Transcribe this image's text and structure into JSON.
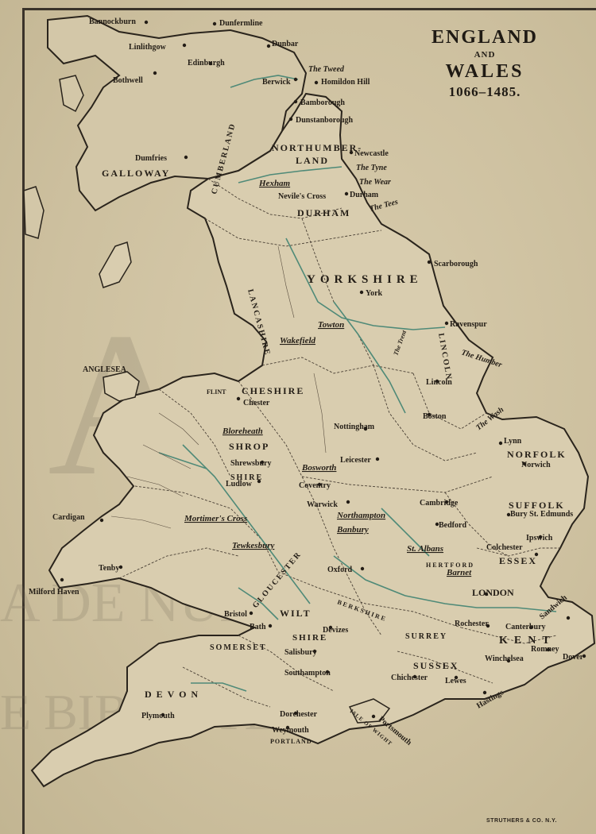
{
  "map": {
    "title_line1": "ENGLAND",
    "title_line2": "AND",
    "title_line3": "WALES",
    "title_line4": "1066–1485.",
    "printer": "STRUTHERS & CO. N.Y.",
    "watermark_lines": [
      "A",
      "A DE NUEVO LEÓN",
      "E BIBLIOTECAS"
    ]
  },
  "towns": [
    {
      "name": "Bannockburn"
    },
    {
      "name": "Dunfermline"
    },
    {
      "name": "Linlithgow"
    },
    {
      "name": "Edinburgh"
    },
    {
      "name": "Dunbar"
    },
    {
      "name": "Bothwell"
    },
    {
      "name": "Berwick"
    },
    {
      "name": "Homildon Hill"
    },
    {
      "name": "Bamborough"
    },
    {
      "name": "Dunstanborough"
    },
    {
      "name": "Dumfries"
    },
    {
      "name": "Newcastle"
    },
    {
      "name": "Nevile's Cross"
    },
    {
      "name": "Durham"
    },
    {
      "name": "Scarborough"
    },
    {
      "name": "York"
    },
    {
      "name": "Ravenspur"
    },
    {
      "name": "Lincoln"
    },
    {
      "name": "Boston"
    },
    {
      "name": "Chester"
    },
    {
      "name": "Nottingham"
    },
    {
      "name": "Shrewsbury"
    },
    {
      "name": "Ludlow"
    },
    {
      "name": "Leicester"
    },
    {
      "name": "Coventry"
    },
    {
      "name": "Warwick"
    },
    {
      "name": "Lynn"
    },
    {
      "name": "Norwich"
    },
    {
      "name": "Cambridge"
    },
    {
      "name": "Bedford"
    },
    {
      "name": "Bury St. Edmunds"
    },
    {
      "name": "Ipswich"
    },
    {
      "name": "Colchester"
    },
    {
      "name": "Oxford"
    },
    {
      "name": "Cardigan"
    },
    {
      "name": "Milford Haven"
    },
    {
      "name": "Tenby"
    },
    {
      "name": "Bristol"
    },
    {
      "name": "Bath"
    },
    {
      "name": "Devizes"
    },
    {
      "name": "Salisbury"
    },
    {
      "name": "Southampton"
    },
    {
      "name": "Winchelsea"
    },
    {
      "name": "Lewes"
    },
    {
      "name": "Chichester"
    },
    {
      "name": "Hastings"
    },
    {
      "name": "Canterbury"
    },
    {
      "name": "Sandwich"
    },
    {
      "name": "Rochester"
    },
    {
      "name": "Romney"
    },
    {
      "name": "Dover"
    },
    {
      "name": "Plymouth"
    },
    {
      "name": "Dorchester"
    },
    {
      "name": "Weymouth"
    },
    {
      "name": "Portsmouth"
    },
    {
      "name": "London"
    }
  ],
  "counties": [
    {
      "name": "GALLOWAY"
    },
    {
      "name": "NORTHUMBER-"
    },
    {
      "name": "LAND"
    },
    {
      "name": "DURHAM"
    },
    {
      "name": "YORKSHIRE"
    },
    {
      "name": "CHESHIRE"
    },
    {
      "name": "SHROP"
    },
    {
      "name": "SHIRE"
    },
    {
      "name": "NORFOLK"
    },
    {
      "name": "SUFFOLK"
    },
    {
      "name": "ESSEX"
    },
    {
      "name": "KENT"
    },
    {
      "name": "SUSSEX"
    },
    {
      "name": "SURREY"
    },
    {
      "name": "WILT"
    },
    {
      "name": "SHIRE"
    },
    {
      "name": "DEVON"
    },
    {
      "name": "SOMERSET"
    },
    {
      "name": "GLOUCESTER"
    },
    {
      "name": "BERKSHIRE"
    },
    {
      "name": "HERTFORD"
    },
    {
      "name": "ANGLESEA"
    },
    {
      "name": "PORTLAND"
    },
    {
      "name": "ISLE OF WIGHT"
    },
    {
      "name": "CUMBERLAND"
    },
    {
      "name": "LANCASHIRE"
    },
    {
      "name": "LINCOLN"
    },
    {
      "name": "FLINT"
    }
  ],
  "rivers": [
    {
      "name": "The Tweed"
    },
    {
      "name": "The Tyne"
    },
    {
      "name": "The Wear"
    },
    {
      "name": "The Tees"
    },
    {
      "name": "The Humber"
    },
    {
      "name": "The Wash"
    },
    {
      "name": "The Trent"
    }
  ],
  "battles": [
    {
      "name": "Hexham"
    },
    {
      "name": "Towton"
    },
    {
      "name": "Wakefield"
    },
    {
      "name": "Bloreheath"
    },
    {
      "name": "Bosworth"
    },
    {
      "name": "Northampton"
    },
    {
      "name": "Banbury"
    },
    {
      "name": "St. Albans"
    },
    {
      "name": "Barnet"
    },
    {
      "name": "Mortimer's Cross"
    },
    {
      "name": "Tewkesbury"
    }
  ],
  "colors": {
    "paper": "#cfc3a3",
    "ink": "#231d16",
    "river": "#4f8a78"
  }
}
